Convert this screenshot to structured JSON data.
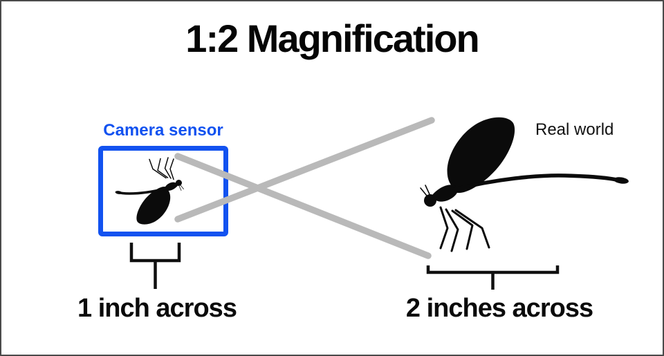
{
  "title": "1:2 Magnification",
  "colors": {
    "accent_blue": "#1252f0",
    "ray_gray": "#b9b9b9",
    "ink": "#111111",
    "border_gray": "#4a4a4a"
  },
  "camera_sensor": {
    "label": "Camera sensor",
    "measurement": "1 inch across"
  },
  "real_world": {
    "label": "Real world",
    "measurement": "2 inches across"
  },
  "icons": {
    "real_insect": "damselfly-silhouette",
    "sensor_insect": "inverted-damselfly-silhouette",
    "rays": "crossing-light-rays",
    "brackets": "measurement-brackets"
  }
}
